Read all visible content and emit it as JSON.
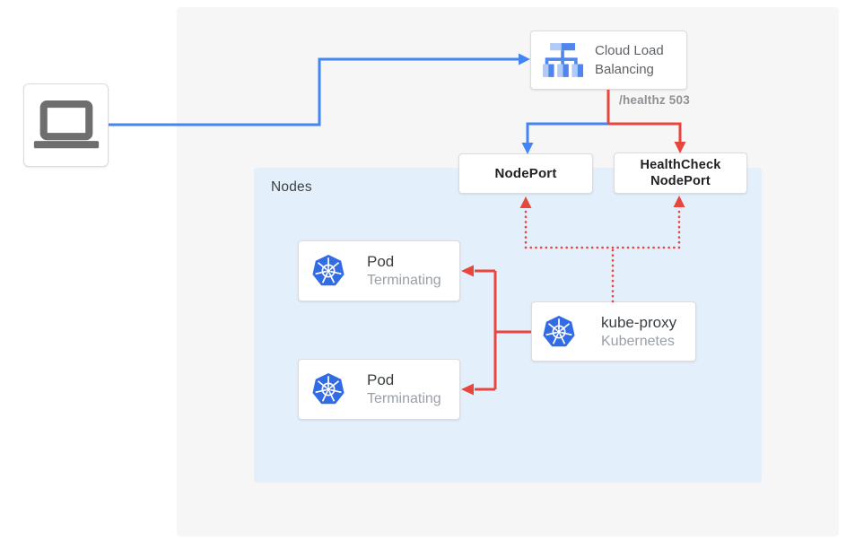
{
  "colors": {
    "blue": "#4285f4",
    "red": "#e8453c",
    "k8s-blue": "#326ce5",
    "lb-blue-medium": "#5086ec",
    "lb-blue-light": "#aecbfa",
    "nodes-bg": "#e3f0fc",
    "panel-bg": "#f6f6f6",
    "card-border": "#dadce0",
    "laptop-gray": "#6e6e6e",
    "title-dark": "#3c4043",
    "bold-dark": "#202124",
    "subtitle-gray": "#9aa0a6",
    "clb-text": "#5f6368",
    "healthz-gray": "#8d9196"
  },
  "client": {
    "icon": "laptop-icon"
  },
  "load_balancer": {
    "label": "Cloud Load Balancing",
    "icon": "load-balancer-icon"
  },
  "health_check_label": "/healthz 503",
  "nodes_group": {
    "label": "Nodes"
  },
  "nodeport": {
    "label": "NodePort"
  },
  "healthcheck_nodeport": {
    "label": "HealthCheck NodePort"
  },
  "pods": [
    {
      "title": "Pod",
      "status": "Terminating",
      "icon": "kubernetes-icon"
    },
    {
      "title": "Pod",
      "status": "Terminating",
      "icon": "kubernetes-icon"
    }
  ],
  "kube_proxy": {
    "title": "kube-proxy",
    "subtitle": "Kubernetes",
    "icon": "kubernetes-icon"
  }
}
